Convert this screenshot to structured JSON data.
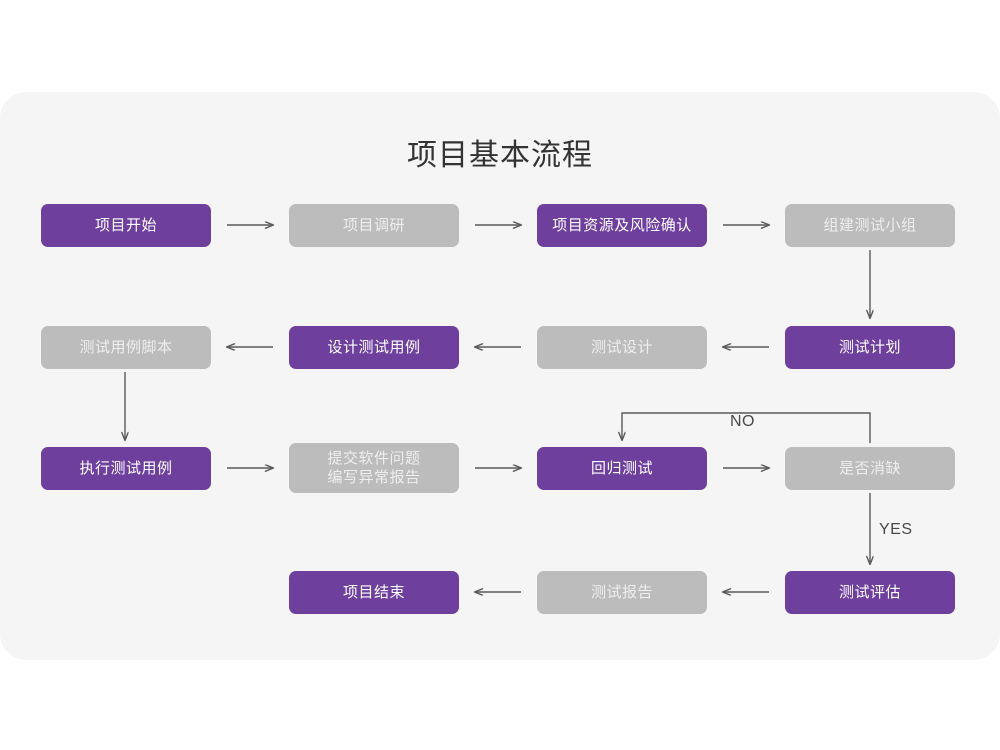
{
  "title": "项目基本流程",
  "colors": {
    "purple": "#6f3f9e",
    "gray": "#bcbcbc",
    "card_bg": "#f5f5f5",
    "page_bg": "#ffffff",
    "arrow": "#5a5a5a",
    "title_text": "#333333"
  },
  "nodes": [
    {
      "id": "n1",
      "label": "项目开始",
      "style": "purple",
      "row": 1,
      "col": 1
    },
    {
      "id": "n2",
      "label": "项目调研",
      "style": "gray",
      "row": 1,
      "col": 2
    },
    {
      "id": "n3",
      "label": "项目资源及风险确认",
      "style": "purple",
      "row": 1,
      "col": 3
    },
    {
      "id": "n4",
      "label": "组建测试小组",
      "style": "gray",
      "row": 1,
      "col": 4
    },
    {
      "id": "n5",
      "label": "测试用例脚本",
      "style": "gray",
      "row": 2,
      "col": 1
    },
    {
      "id": "n6",
      "label": "设计测试用例",
      "style": "purple",
      "row": 2,
      "col": 2
    },
    {
      "id": "n7",
      "label": "测试设计",
      "style": "gray",
      "row": 2,
      "col": 3
    },
    {
      "id": "n8",
      "label": "测试计划",
      "style": "purple",
      "row": 2,
      "col": 4
    },
    {
      "id": "n9",
      "label": "执行测试用例",
      "style": "purple",
      "row": 3,
      "col": 1
    },
    {
      "id": "n10",
      "label": "提交软件问题\n编写异常报告",
      "style": "gray",
      "row": 3,
      "col": 2
    },
    {
      "id": "n11",
      "label": "回归测试",
      "style": "purple",
      "row": 3,
      "col": 3
    },
    {
      "id": "n12",
      "label": "是否消缺",
      "style": "gray",
      "row": 3,
      "col": 4
    },
    {
      "id": "n13",
      "label": "项目结束",
      "style": "purple",
      "row": 4,
      "col": 2
    },
    {
      "id": "n14",
      "label": "测试报告",
      "style": "gray",
      "row": 4,
      "col": 3
    },
    {
      "id": "n15",
      "label": "测试评估",
      "style": "purple",
      "row": 4,
      "col": 4
    }
  ],
  "edge_labels": {
    "no": "NO",
    "yes": "YES"
  }
}
